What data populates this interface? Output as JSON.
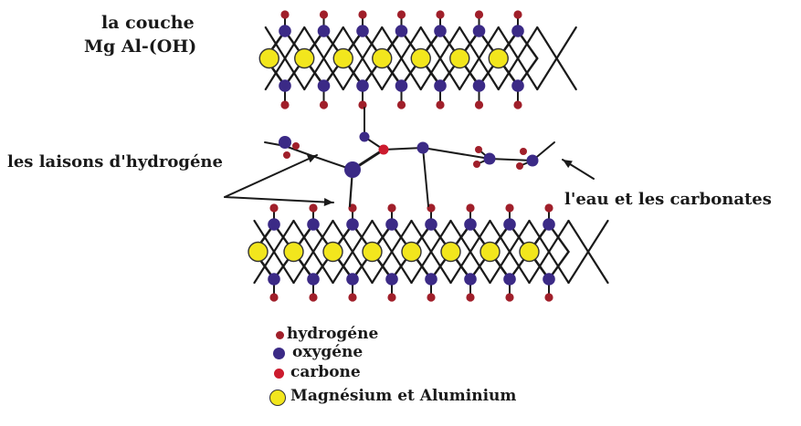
{
  "labels": {
    "layer_line1": "la couche",
    "layer_line2": "Mg Al-(OH)",
    "hydrogen_bonds": "les laisons d'hydrogéne",
    "water_carbonates": "l'eau et les carbonates"
  },
  "legend": [
    {
      "label": "hydrogéne",
      "color": "#a01f2a"
    },
    {
      "label": "oxygéne",
      "color": "#3b2a86"
    },
    {
      "label": "carbone",
      "color": "#cc1b2e"
    },
    {
      "label": "Magnésium et Aluminium",
      "color": "#f2e61d"
    }
  ],
  "colors": {
    "hydrogen": "#a01f2a",
    "oxygen": "#3b2a86",
    "carbon": "#cc1b2e",
    "metal": "#f2e61d",
    "bond": "#1a1a1a"
  }
}
